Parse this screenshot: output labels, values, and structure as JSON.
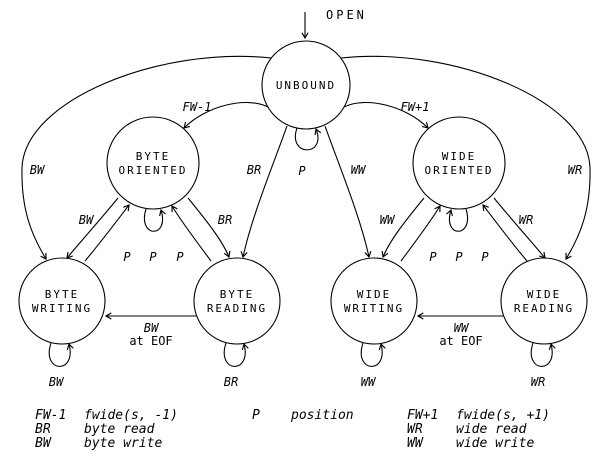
{
  "colors": {
    "background": "#ffffff",
    "ink": "#000000"
  },
  "nodes": {
    "unbound": {
      "label": "UNBOUND"
    },
    "byte_oriented": {
      "line1": "BYTE",
      "line2": "ORIENTED"
    },
    "wide_oriented": {
      "line1": "WIDE",
      "line2": "ORIENTED"
    },
    "byte_writing": {
      "line1": "BYTE",
      "line2": "WRITING"
    },
    "byte_reading": {
      "line1": "BYTE",
      "line2": "READING"
    },
    "wide_writing": {
      "line1": "WIDE",
      "line2": "WRITING"
    },
    "wide_reading": {
      "line1": "WIDE",
      "line2": "READING"
    }
  },
  "edges": {
    "open": "OPEN",
    "fwide_minus_1": "FW-1",
    "fwide_plus_1": "FW+1",
    "unbound_self": "P",
    "unbound_to_byte_writing": "BW",
    "unbound_to_byte_reading": "BR",
    "unbound_to_wide_writing": "WW",
    "unbound_to_wide_reading": "WR",
    "byte_oriented_to_byte_writing": "BW",
    "byte_oriented_to_byte_reading": "BR",
    "wide_oriented_to_wide_writing": "WW",
    "wide_oriented_to_wide_reading": "WR",
    "byte_writing_to_byte_oriented": "P",
    "byte_oriented_self": "P",
    "byte_reading_to_byte_oriented": "P",
    "wide_writing_to_wide_oriented": "P",
    "wide_oriented_self": "P",
    "wide_reading_to_wide_oriented": "P",
    "byte_eof_line1": "BW",
    "byte_eof_line2": "at EOF",
    "wide_eof_line1": "WW",
    "wide_eof_line2": "at EOF",
    "byte_writing_self": "BW",
    "byte_reading_self": "BR",
    "wide_writing_self": "WW",
    "wide_reading_self": "WR"
  },
  "legend": {
    "left": [
      {
        "key": "FW-1",
        "desc": "fwide(s, -1)"
      },
      {
        "key": "BR",
        "desc": "byte read"
      },
      {
        "key": "BW",
        "desc": "byte write"
      }
    ],
    "middle": [
      {
        "key": "P",
        "desc": "position"
      }
    ],
    "right": [
      {
        "key": "FW+1",
        "desc": "fwide(s, +1)"
      },
      {
        "key": "WR",
        "desc": "wide read"
      },
      {
        "key": "WW",
        "desc": "wide write"
      }
    ]
  }
}
